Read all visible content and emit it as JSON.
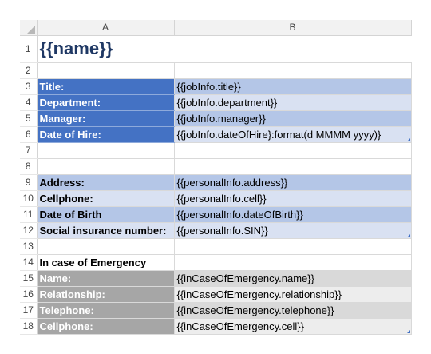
{
  "columns": [
    "A",
    "B"
  ],
  "name_placeholder": "{{name}}",
  "rows": {
    "r1": "1",
    "r2": "2",
    "r3": "3",
    "r4": "4",
    "r5": "5",
    "r6": "6",
    "r7": "7",
    "r8": "8",
    "r9": "9",
    "r10": "10",
    "r11": "11",
    "r12": "12",
    "r13": "13",
    "r14": "14",
    "r15": "15",
    "r16": "16",
    "r17": "17",
    "r18": "18"
  },
  "job_table": [
    {
      "label": "Title:",
      "value": "{{jobInfo.title}}"
    },
    {
      "label": "Department:",
      "value": "{{jobInfo.department}}"
    },
    {
      "label": "Manager:",
      "value": "{{jobInfo.manager}}"
    },
    {
      "label": "Date of Hire:",
      "value": "{{jobInfo.dateOfHire}:format(d MMMM yyyy)}"
    }
  ],
  "personal_table": [
    {
      "label": "Address:",
      "value": "{{personalInfo.address}}"
    },
    {
      "label": "Cellphone:",
      "value": "{{personalInfo.cell}}"
    },
    {
      "label": "Date of Birth",
      "value": "{{personalInfo.dateOfBirth}}"
    },
    {
      "label": "Social insurance number:",
      "value": "{{personalInfo.SIN}}"
    }
  ],
  "emergency_heading": "In case of Emergency",
  "emergency_table": [
    {
      "label": "Name:",
      "value": "{{inCaseOfEmergency.name}}"
    },
    {
      "label": "Relationship:",
      "value": "{{inCaseOfEmergency.relationship}}"
    },
    {
      "label": "Telephone:",
      "value": "{{inCaseOfEmergency.telephone}}"
    },
    {
      "label": "Cellphone:",
      "value": "{{inCaseOfEmergency.cell}}"
    }
  ],
  "colors": {
    "header_blue": "#4472c4",
    "band_blue_dark": "#b4c6e7",
    "band_blue_light": "#d9e1f2",
    "header_gray": "#a6a6a6",
    "band_gray_dark": "#d9d9d9",
    "band_gray_light": "#ededed"
  }
}
